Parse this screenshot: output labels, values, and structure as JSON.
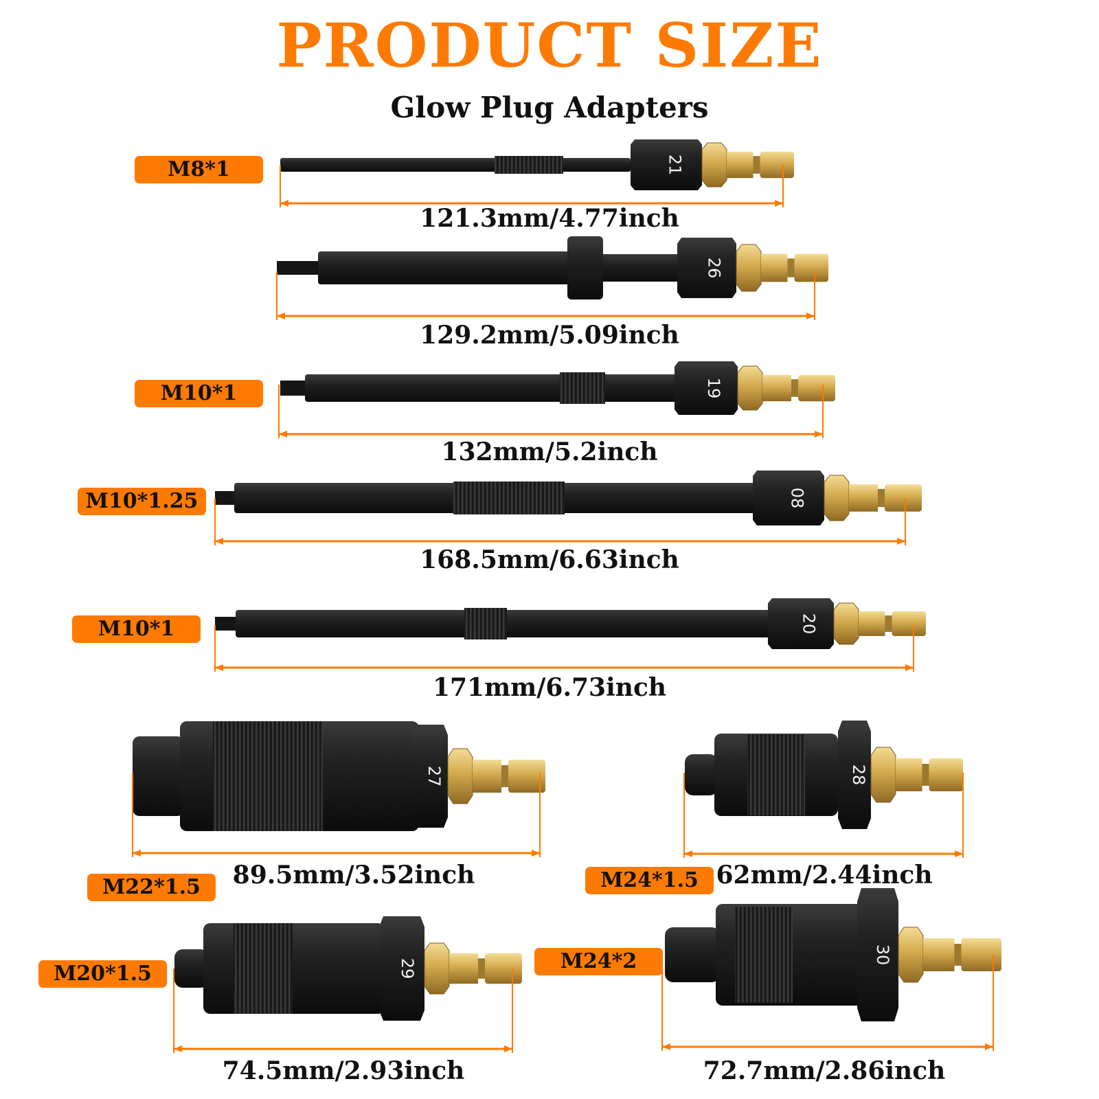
{
  "title": "PRODUCT SIZE",
  "subtitle": "Glow Plug Adapters",
  "colors": {
    "accent": "#ff7a00",
    "tool": "#1e1e1e",
    "brass": "#d4aa4e",
    "text": "#111111"
  },
  "adapters": [
    {
      "thread": "M8*1",
      "length": "121.3mm/4.77inch",
      "size_mark": "21"
    },
    {
      "thread": "",
      "length": "129.2mm/5.09inch",
      "size_mark": "26"
    },
    {
      "thread": "M10*1",
      "length": "132mm/5.2inch",
      "size_mark": "19"
    },
    {
      "thread": "M10*1.25",
      "length": "168.5mm/6.63inch",
      "size_mark": "08"
    },
    {
      "thread": "M10*1",
      "length": "171mm/6.73inch",
      "size_mark": "20"
    },
    {
      "thread": "M22*1.5",
      "length": "89.5mm/3.52inch",
      "size_mark": "27"
    },
    {
      "thread": "M24*1.5",
      "length": "62mm/2.44inch",
      "size_mark": "28"
    },
    {
      "thread": "M20*1.5",
      "length": "74.5mm/2.93inch",
      "size_mark": "29"
    },
    {
      "thread": "M24*2",
      "length": "72.7mm/2.86inch",
      "size_mark": "30"
    }
  ]
}
